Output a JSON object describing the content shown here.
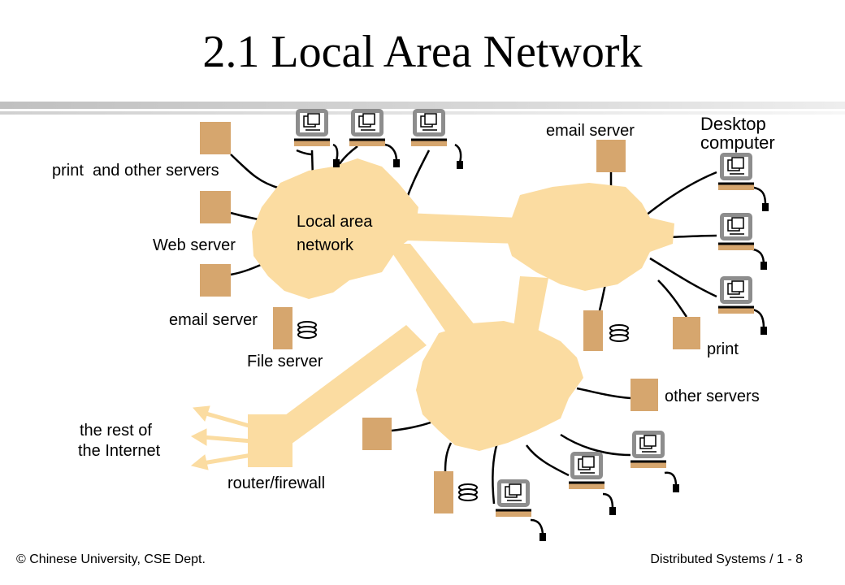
{
  "slide": {
    "title": "2.1 Local Area Network",
    "footer": {
      "copyright_symbol": "©",
      "left": "Chinese University, CSE Dept.",
      "right": "Distributed Systems / 1 - 8"
    }
  },
  "diagram": {
    "labels": {
      "print_and_other_servers": "print  and other servers",
      "web_server": "Web server",
      "email_server_left": "email server",
      "file_server": "File server",
      "email_server_top": "email server",
      "desktop_line1": "Desktop",
      "desktop_line2": "computer",
      "local_area_line1": "Local area",
      "local_area_line2": "network",
      "print": "print",
      "other_servers": "other servers",
      "rest_line1": "the rest of",
      "rest_line2": "the Internet",
      "router_firewall": "router/firewall"
    },
    "colors": {
      "network": "#fbdca1",
      "server": "#d6a66e",
      "computer_frame": "#8d8d8d",
      "cable": "#000000"
    },
    "icons": [
      "server-box-icon",
      "desktop-computer-icon",
      "disk-stack-icon",
      "arrow-icon"
    ]
  }
}
